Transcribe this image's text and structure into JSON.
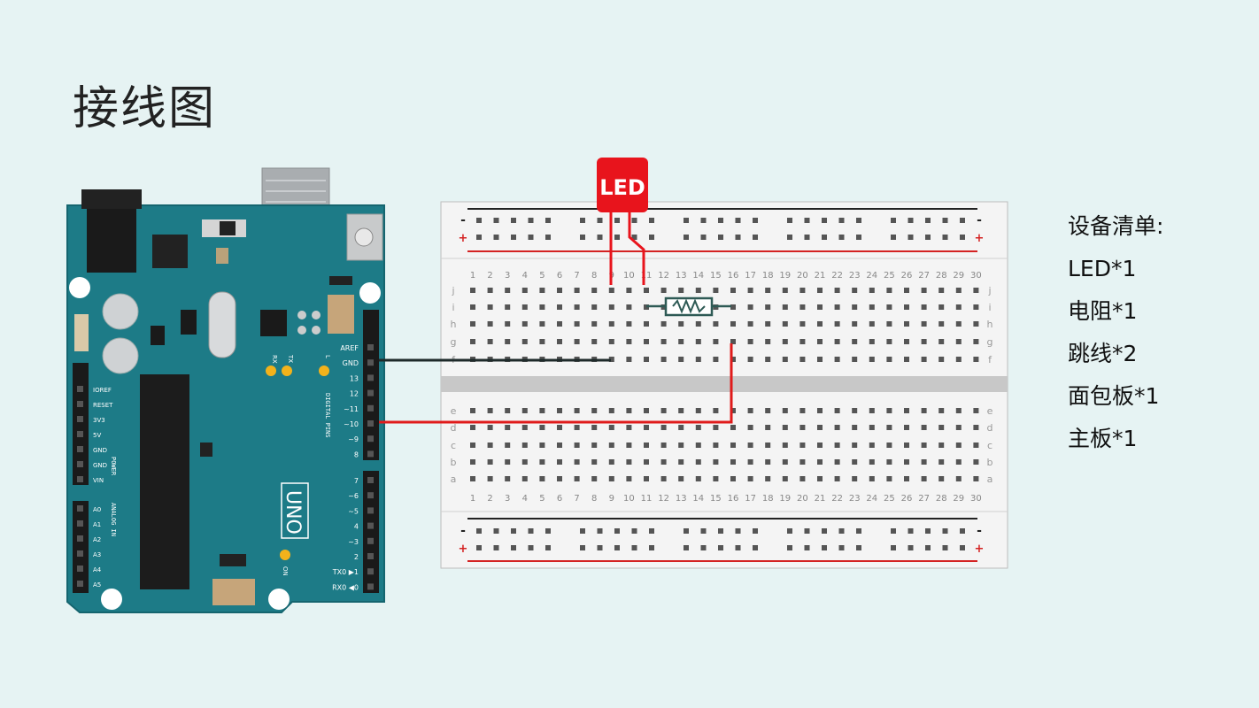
{
  "title": "接线图",
  "equipment": {
    "heading": "设备清单:",
    "items": [
      "LED*1",
      "电阻*1",
      "跳线*2",
      "面包板*1",
      "主板*1"
    ]
  },
  "board": {
    "model_label": "UNO",
    "digital_header_label": "DIGITAL PINS",
    "power_header_label": "POWER",
    "analog_header_label": "ANALOG IN",
    "on_label": "ON",
    "l_label": "L",
    "rx_label": "RX",
    "tx_label": "TX",
    "digital_pins": [
      "AREF",
      "GND",
      "13",
      "12",
      "~11",
      "~10",
      "~9",
      "8",
      "7",
      "~6",
      "~5",
      "4",
      "~3",
      "2",
      "TX0 ▶1",
      "RX0 ◀0"
    ],
    "power_pins": [
      "IOREF",
      "RESET",
      "3V3",
      "5V",
      "GND",
      "GND",
      "VIN"
    ],
    "analog_pins": [
      "A0",
      "A1",
      "A2",
      "A3",
      "A4",
      "A5"
    ]
  },
  "breadboard": {
    "columns": 30,
    "rows_top": [
      "j",
      "i",
      "h",
      "g",
      "f"
    ],
    "rows_bottom": [
      "e",
      "d",
      "c",
      "b",
      "a"
    ],
    "rail_minus": "-",
    "rail_plus": "+"
  },
  "led": {
    "label": "LED",
    "color": "#e8141c"
  },
  "colors": {
    "board": "#1d7b87",
    "wire_red": "#e01b1b",
    "wire_black": "#1e2a2a",
    "resistor": "#2e5a55"
  }
}
